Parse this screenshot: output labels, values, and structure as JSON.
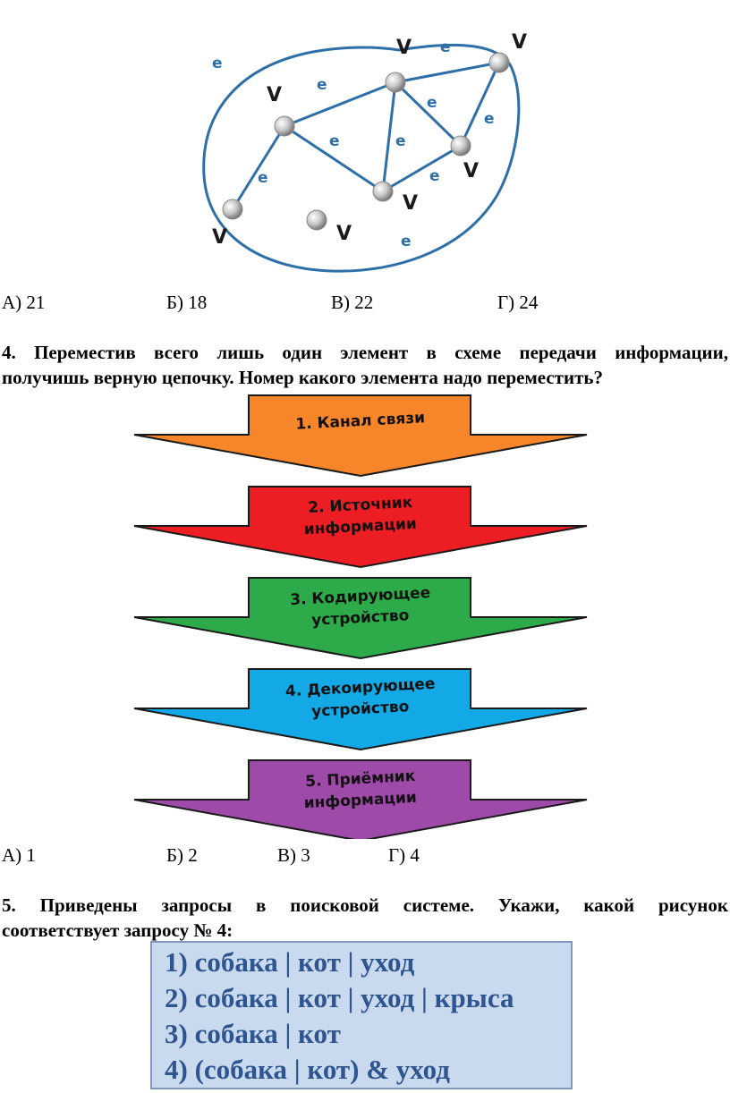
{
  "graph": {
    "vertex_label": "V",
    "edge_label": "e"
  },
  "q3": {
    "options": [
      "А) 21",
      "Б) 18",
      "В) 22",
      "Г) 24"
    ]
  },
  "q4": {
    "line1": "4. Переместив всего лишь один элемент в схеме передачи информации,",
    "line2": "получишь верную цепочку. Номер какого элемента надо переместить?",
    "arrows": [
      {
        "lines": [
          "1. Канал связи"
        ],
        "color": "#f7862a"
      },
      {
        "lines": [
          "2. Источник",
          "информации"
        ],
        "color": "#ec1e24"
      },
      {
        "lines": [
          "3. Кодирующее",
          "устройство"
        ],
        "color": "#2daa4a"
      },
      {
        "lines": [
          "4. Декоирующее",
          "устройство"
        ],
        "color": "#13a8e6"
      },
      {
        "lines": [
          "5. Приёмник",
          "информации"
        ],
        "color": "#9e4aa8"
      }
    ],
    "options": [
      "А) 1",
      "Б) 2",
      "В) 3",
      "Г) 4"
    ]
  },
  "q5": {
    "line1": "5. Приведены запросы в поисковой системе. Укажи, какой рисунок",
    "line2": "соответствует запросу № 4:",
    "queries": [
      "1) собака | кот | уход",
      "2) собака | кот | уход | крыса",
      "3) собака | кот",
      "4) (собака | кот) & уход"
    ]
  }
}
